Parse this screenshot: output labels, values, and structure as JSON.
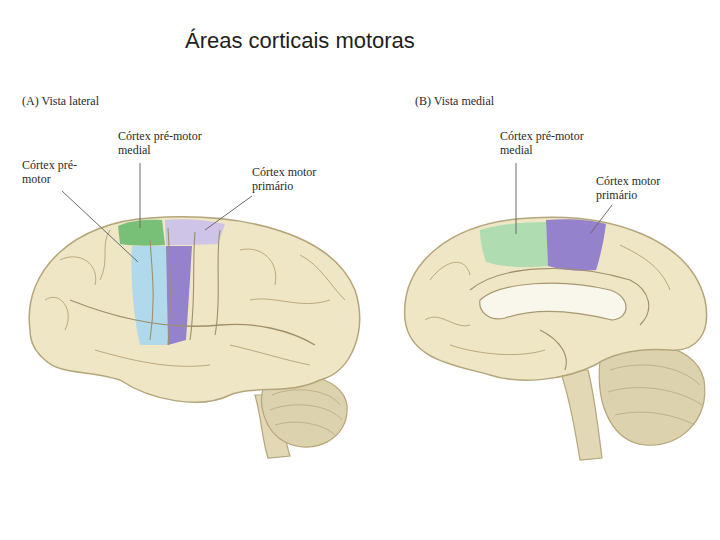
{
  "diagram": {
    "title": "Áreas corticais motoras",
    "labels": [
      "(A) Vista lateral",
      "Córtex pré-motor medial",
      "Córtex pré-motor",
      "Córtex motor primário",
      "(B) Vista medial",
      "Córtex pré-motor medial",
      "Córtex motor primário"
    ]
  }
}
